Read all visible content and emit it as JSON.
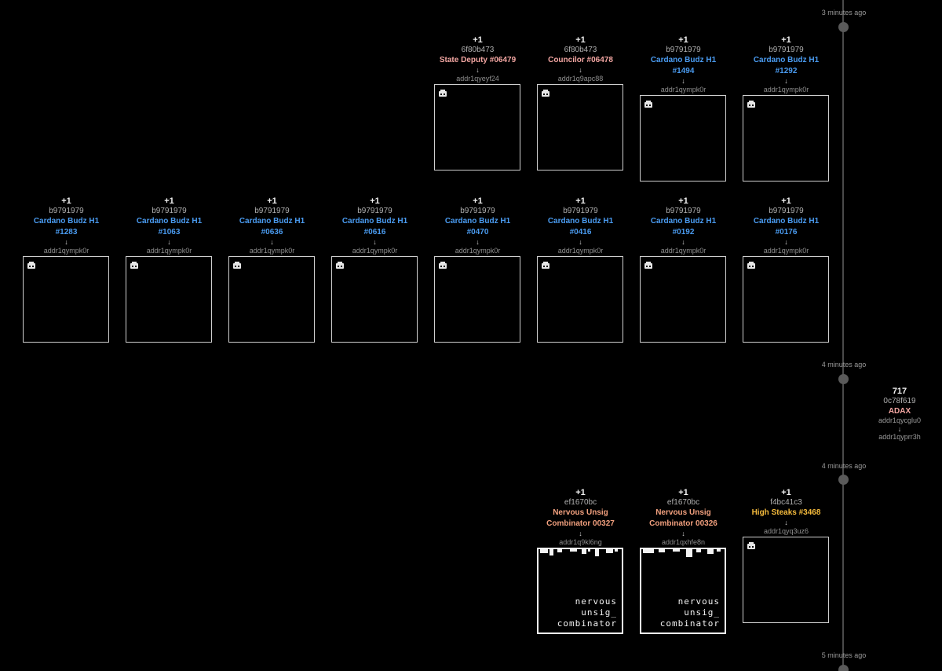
{
  "colors": {
    "blue": "#4a9bf0",
    "pink": "#f3a6a2",
    "salmon": "#f2a07e",
    "gold": "#f4ba3c",
    "background": "#000000",
    "timeline": "#4a4a4a"
  },
  "timeline": {
    "labels": [
      "3 minutes ago",
      "4 minutes ago",
      "4 minutes ago",
      "5 minutes ago"
    ]
  },
  "arrow_glyph": "↓",
  "cards": [
    {
      "qty": "+1",
      "policy": "6f80b473",
      "name": "State Deputy #06479",
      "color": "pink",
      "addr": "addr1qyeyf24",
      "icon": "nft-placeholder-icon"
    },
    {
      "qty": "+1",
      "policy": "6f80b473",
      "name": "Councilor #06478",
      "color": "pink",
      "addr": "addr1q9apc88",
      "icon": "nft-placeholder-icon"
    },
    {
      "qty": "+1",
      "policy": "b9791979",
      "name": "Cardano Budz H1 #1494",
      "color": "blue",
      "addr": "addr1qympk0r",
      "icon": "nft-placeholder-icon"
    },
    {
      "qty": "+1",
      "policy": "b9791979",
      "name": "Cardano Budz H1 #1292",
      "color": "blue",
      "addr": "addr1qympk0r",
      "icon": "nft-placeholder-icon"
    },
    {
      "qty": "+1",
      "policy": "b9791979",
      "name": "Cardano Budz H1 #1283",
      "color": "blue",
      "addr": "addr1qympk0r",
      "icon": "nft-placeholder-icon"
    },
    {
      "qty": "+1",
      "policy": "b9791979",
      "name": "Cardano Budz H1 #1063",
      "color": "blue",
      "addr": "addr1qympk0r",
      "icon": "nft-placeholder-icon"
    },
    {
      "qty": "+1",
      "policy": "b9791979",
      "name": "Cardano Budz H1 #0636",
      "color": "blue",
      "addr": "addr1qympk0r",
      "icon": "nft-placeholder-icon"
    },
    {
      "qty": "+1",
      "policy": "b9791979",
      "name": "Cardano Budz H1 #0616",
      "color": "blue",
      "addr": "addr1qympk0r",
      "icon": "nft-placeholder-icon"
    },
    {
      "qty": "+1",
      "policy": "b9791979",
      "name": "Cardano Budz H1 #0470",
      "color": "blue",
      "addr": "addr1qympk0r",
      "icon": "nft-placeholder-icon"
    },
    {
      "qty": "+1",
      "policy": "b9791979",
      "name": "Cardano Budz H1 #0416",
      "color": "blue",
      "addr": "addr1qympk0r",
      "icon": "nft-placeholder-icon"
    },
    {
      "qty": "+1",
      "policy": "b9791979",
      "name": "Cardano Budz H1 #0192",
      "color": "blue",
      "addr": "addr1qympk0r",
      "icon": "nft-placeholder-icon"
    },
    {
      "qty": "+1",
      "policy": "b9791979",
      "name": "Cardano Budz H1 #0176",
      "color": "blue",
      "addr": "addr1qympk0r",
      "icon": "nft-placeholder-icon"
    },
    {
      "qty": "+1",
      "policy": "ef1670bc",
      "name": "Nervous Unsig Combinator 00327",
      "color": "salmon",
      "addr": "addr1q9kl6ng",
      "art": [
        "nervous",
        "unsig_",
        "combinator"
      ]
    },
    {
      "qty": "+1",
      "policy": "ef1670bc",
      "name": "Nervous Unsig Combinator 00326",
      "color": "salmon",
      "addr": "addr1qxhfe8n",
      "art": [
        "nervous",
        "unsig_",
        "combinator"
      ]
    },
    {
      "qty": "+1",
      "policy": "f4bc41c3",
      "name": "High Steaks #3468",
      "color": "gold",
      "addr": "addr1qyq3uz6",
      "icon": "nft-placeholder-icon"
    }
  ],
  "transfer": {
    "amount": "717",
    "tx": "0c78f619",
    "token": "ADAX",
    "from": "addr1qycglu0",
    "to": "addr1qyprr3h"
  }
}
